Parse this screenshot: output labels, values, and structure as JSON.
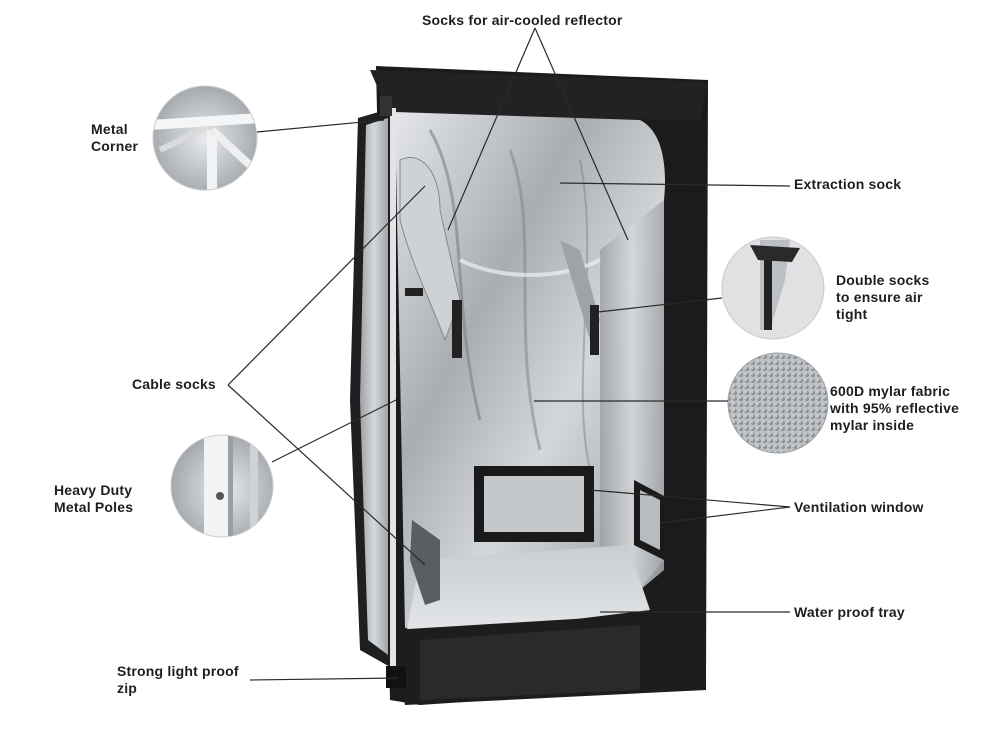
{
  "labels": {
    "socks_reflector": "Socks for air-cooled reflector",
    "metal_corner": [
      "Metal",
      "Corner"
    ],
    "extraction_sock": "Extraction sock",
    "double_socks": [
      "Double socks",
      "to ensure air",
      "tight"
    ],
    "cable_socks": "Cable socks",
    "mylar_fabric": [
      "600D mylar fabric",
      "with 95% reflective",
      "mylar inside"
    ],
    "heavy_duty": [
      "Heavy Duty",
      "Metal Poles"
    ],
    "ventilation_window": "Ventilation window",
    "water_tray": "Water proof tray",
    "light_zip": [
      "Strong light proof",
      "zip"
    ]
  },
  "colors": {
    "tent_black": "#1b1b1b",
    "mylar_silver": "#b9bcc0",
    "label_text": "#1e1e1e",
    "leader_line": "#2a2a2a"
  }
}
